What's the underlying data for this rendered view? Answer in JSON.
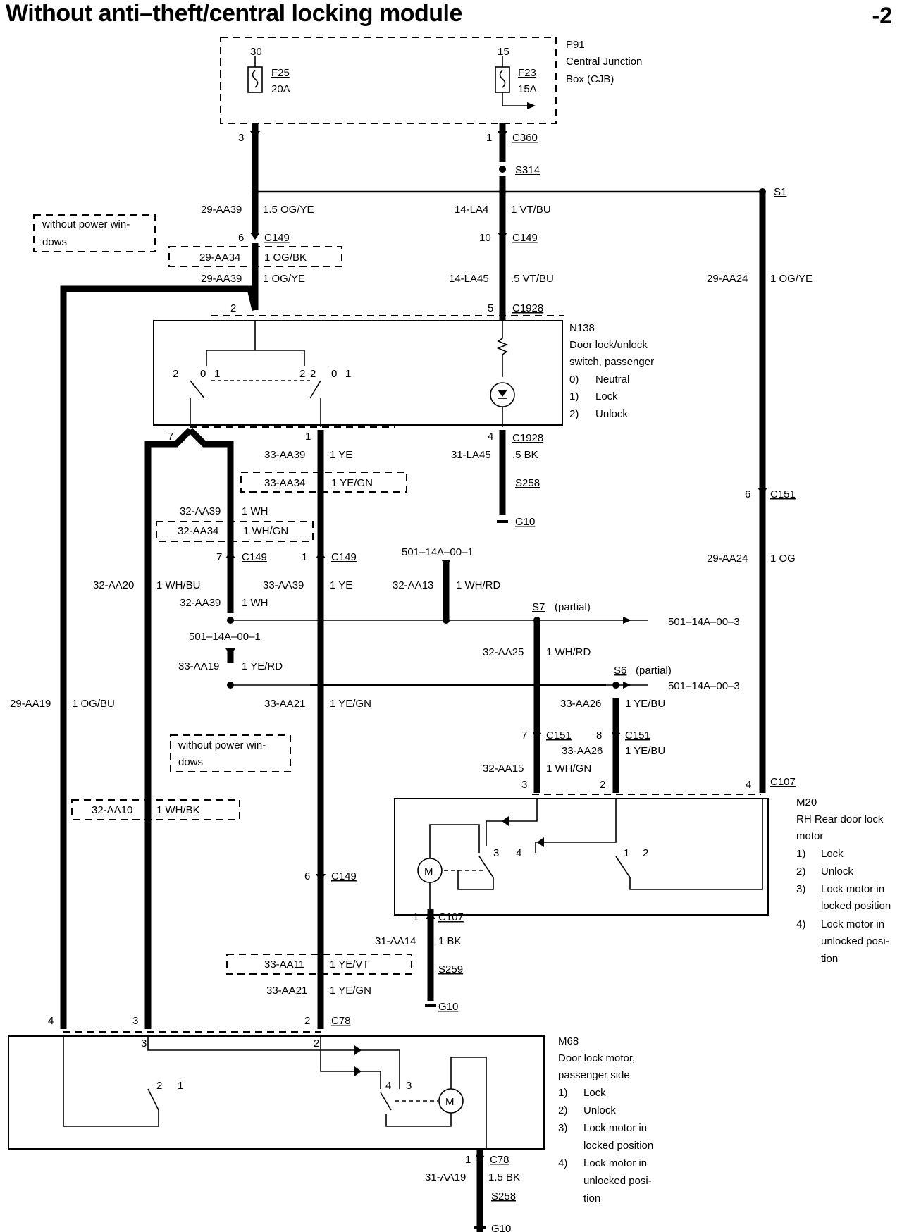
{
  "title": "Without anti–theft/central locking module",
  "page_number": "-2",
  "p91": {
    "id": "P91",
    "l1": "Central Junction",
    "l2": "Box (CJB)",
    "pin30": "30",
    "pin15": "15",
    "f25": "F25",
    "f25_amps": "20A",
    "f23": "F23",
    "f23_amps": "15A"
  },
  "n138": {
    "id": "N138",
    "l1": "Door lock/unlock",
    "l2": "switch, passenger",
    "k0": "0)",
    "v0": "Neutral",
    "k1": "1)",
    "v1": "Lock",
    "k2": "2)",
    "v2": "Unlock"
  },
  "m20": {
    "id": "M20",
    "l1": "RH Rear door lock",
    "l2": "motor",
    "k1": "1)",
    "v1": "Lock",
    "k2": "2)",
    "v2": "Unlock",
    "k3": "3)",
    "v3a": "Lock motor in",
    "v3b": "locked position",
    "k4": "4)",
    "v4a": "Lock motor in",
    "v4b": "unlocked posi-",
    "v4c": "tion"
  },
  "m68": {
    "id": "M68",
    "l1": "Door lock motor,",
    "l2": "passenger side",
    "k1": "1)",
    "v1": "Lock",
    "k2": "2)",
    "v2": "Unlock",
    "k3": "3)",
    "v3a": "Lock motor in",
    "v3b": "locked position",
    "k4": "4)",
    "v4a": "Lock motor in",
    "v4b": "unlocked posi-",
    "v4c": "tion"
  },
  "notes": {
    "wpw1a": "without power win-",
    "wpw1b": "dows",
    "wpw2a": "without power win-",
    "wpw2b": "dows"
  },
  "wires": {
    "aa39_top": "29-AA39",
    "aa39_top_c": "1.5 OG/YE",
    "la4": "14-LA4",
    "la4_c": "1 VT/BU",
    "aa34": "29-AA34",
    "aa34_c": "1 OG/BK",
    "aa39_mid": "29-AA39",
    "aa39_mid_c": "1 OG/YE",
    "la45": "14-LA45",
    "la45_c": ".5 VT/BU",
    "aa24_a": "29-AA24",
    "aa24_a_c": "1 OG/YE",
    "aa24_b": "29-AA24",
    "aa24_b_c": "1 OG",
    "aa39y": "33-AA39",
    "aa39y_c": "1 YE",
    "aa34y": "33-AA34",
    "aa34y_c": "1 YE/GN",
    "la45b": "31-LA45",
    "la45b_c": ".5 BK",
    "aa39w": "32-AA39",
    "aa39w_c": "1 WH",
    "aa34w": "32-AA34",
    "aa34w_c": "1 WH/GN",
    "aa20": "32-AA20",
    "aa20_c": "1 WH/BU",
    "aa39y2": "33-AA39",
    "aa39y2_c": "1 YE",
    "aa13": "32-AA13",
    "aa13_c": "1 WH/RD",
    "aa39w2": "32-AA39",
    "aa39w2_c": "1 WH",
    "aa19y": "33-AA19",
    "aa19y_c": "1 YE/RD",
    "aa25": "32-AA25",
    "aa25_c": "1 WH/RD",
    "aa19o": "29-AA19",
    "aa19o_c": "1 OG/BU",
    "aa21": "33-AA21",
    "aa21_c": "1 YE/GN",
    "aa26a": "33-AA26",
    "aa26a_c": "1 YE/BU",
    "aa26b": "33-AA26",
    "aa26b_c": "1 YE/BU",
    "aa15": "32-AA15",
    "aa15_c": "1 WH/GN",
    "aa10": "32-AA10",
    "aa10_c": "1 WH/BK",
    "aa14": "31-AA14",
    "aa14_c": "1 BK",
    "aa11": "33-AA11",
    "aa11_c": "1 YE/VT",
    "aa21b": "33-AA21",
    "aa21b_c": "1 YE/GN",
    "aa19b": "31-AA19",
    "aa19b_c": "1.5 BK"
  },
  "conn": {
    "c360": "C360",
    "s314": "S314",
    "s1": "S1",
    "c149a": "C149",
    "c149b": "C149",
    "c1928a": "C1928",
    "c1928b": "C1928",
    "s258a": "S258",
    "g10a": "G10",
    "c151a": "C151",
    "c149c": "C149",
    "c149d": "C149",
    "s7": "S7",
    "s7p": "(partial)",
    "s6": "S6",
    "s6p": "(partial)",
    "x501a": "501–14A–00–1",
    "x501b": "501–14A–00–1",
    "x503a": "501–14A–00–3",
    "x503b": "501–14A–00–3",
    "c151b": "C151",
    "c151c": "C151",
    "c107a": "C107",
    "c149e": "C149",
    "c107b": "C107",
    "s259": "S259",
    "g10b": "G10",
    "c78a": "C78",
    "c78b": "C78",
    "s258b": "S258",
    "g10c": "G10"
  },
  "pins": {
    "p3": "3",
    "p1": "1",
    "p6": "6",
    "p10": "10",
    "p2": "2",
    "p5": "5",
    "p7": "7",
    "p1b": "1",
    "p4": "4",
    "p6b": "6",
    "p7b": "7",
    "p1c": "1",
    "p7c": "7",
    "p8": "8",
    "m20p3": "3",
    "m20p2": "2",
    "m20p4": "4",
    "m20p1": "1",
    "p6c": "6",
    "p1d": "1",
    "c78p4": "4",
    "c78p3": "3",
    "c78p2": "2",
    "c78p1": "1",
    "sw_2a": "2",
    "sw_0a": "0",
    "sw_1a": "1",
    "sw_2b": "2",
    "sw_2c": "2",
    "sw_0b": "0",
    "sw_1b": "1",
    "m20i3": "3",
    "m20i4": "4",
    "m20i1": "1",
    "m20i2": "2",
    "m68i3": "3",
    "m68i2": "2",
    "m68i2b": "2",
    "m68i1": "1",
    "m68i4": "4",
    "m68i3b": "3"
  },
  "motor_symbol": "M"
}
